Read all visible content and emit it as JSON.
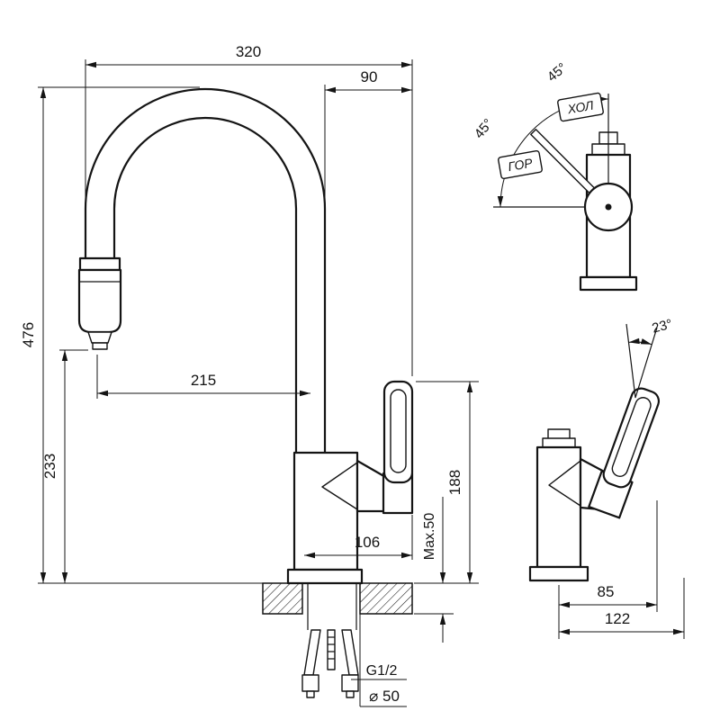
{
  "drawing": {
    "front_view": {
      "dim_320": "320",
      "dim_90": "90",
      "dim_476": "476",
      "dim_233": "233",
      "dim_215": "215",
      "dim_188": "188",
      "dim_max50": "Max.50",
      "dim_106": "106",
      "thread_label": "G1/2",
      "diameter_label": "⌀ 50"
    },
    "top_view": {
      "angle_a": "45°",
      "angle_b": "45°",
      "cold_label": "ХОЛ",
      "hot_label": "ГОР"
    },
    "side_view": {
      "angle": "23°",
      "dim_85": "85",
      "dim_122": "122"
    }
  }
}
